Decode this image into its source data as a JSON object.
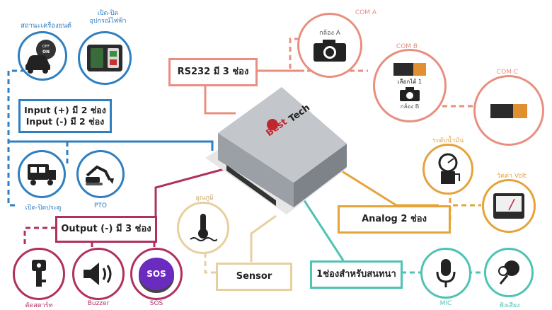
{
  "colors": {
    "blue": "#2f7fc1",
    "salmon": "#e88f80",
    "orange": "#e6a33a",
    "crimson": "#b03060",
    "cream": "#e8cf9f",
    "teal": "#4fc3b4"
  },
  "device": {
    "brand_a": "Best",
    "brand_b": "Tech"
  },
  "labels": {
    "engine_status": "สถานะเครื่องยนต์",
    "power_toggle": "เปิด-ปิด\nอุปกรณ์ไฟฟ้า",
    "door": "เปิด-ปิดประตู",
    "pto": "PTO",
    "com_a": "COM A",
    "com_b": "COM B",
    "com_c": "COM C",
    "camera_a": "กล้อง A",
    "camera_b": "กล้อง B",
    "option_1": "เลือกได้ 1",
    "fuel_level": "ระดับน้ำมัน",
    "volt": "วัดค่า Volt",
    "temperature": "อุณภูมิ",
    "starter": "ตัดสตาร์ท",
    "buzzer": "Buzzer",
    "sos": "SOS",
    "sos_button": "SOS",
    "mic": "MIC",
    "speaker": "ฟังเสียง",
    "off": "OFF",
    "on": "ON"
  },
  "boxes": {
    "rs232": "RS232 มี 3 ช่อง",
    "input": "Input (+) มี 2 ช่อง\nInput (-) มี 2 ช่อง",
    "output": "Output (-) มี 3 ช่อง",
    "analog": "Analog 2 ช่อง",
    "sensor": "Sensor",
    "talk": "1ช่องสำหรับสนทนา"
  }
}
